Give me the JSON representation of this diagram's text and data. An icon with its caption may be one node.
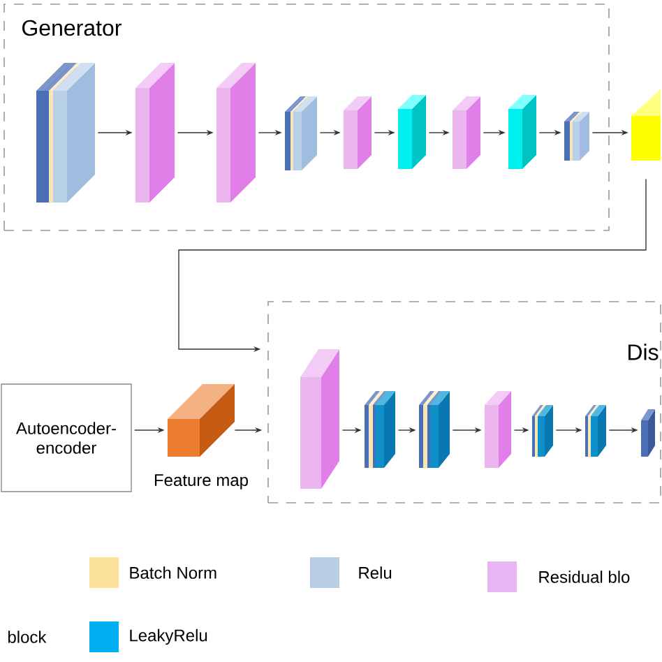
{
  "diagram": {
    "nodes": [
      {
        "text": [
          "Generator"
        ]
      },
      {
        "text": [],
        "shape": "box",
        "in": 0
      },
      {
        "text": [],
        "shape": "box",
        "in": 0
      },
      {
        "text": [],
        "shape": "box",
        "in": 0
      },
      {
        "text": [],
        "shape": "box",
        "in": 0
      },
      {
        "text": [],
        "shape": "box",
        "in": 0
      },
      {
        "text": [],
        "shape": "box",
        "in": 0
      },
      {
        "text": [],
        "shape": "box",
        "in": 0
      },
      {
        "text": [],
        "shape": "box",
        "in": 0
      },
      {
        "text": [],
        "shape": "box",
        "in": 0
      },
      {
        "text": [],
        "shape": "box"
      },
      {
        "text": [
          "Dis"
        ]
      },
      {
        "text": [
          "Autoencoder-encoder"
        ]
      },
      {
        "text": [],
        "shape": "box",
        "beside": [
          "Feature map"
        ]
      },
      {
        "text": [],
        "shape": "box",
        "in": 11
      },
      {
        "text": [],
        "shape": "box",
        "in": 11
      },
      {
        "text": [],
        "shape": "box",
        "in": 11
      },
      {
        "text": [],
        "shape": "box",
        "in": 11
      },
      {
        "text": [],
        "shape": "box",
        "in": 11
      },
      {
        "text": [],
        "shape": "box",
        "in": 11
      },
      {
        "text": [],
        "shape": "box",
        "in": 11
      }
    ],
    "edges": [
      {
        "from": 1,
        "to": 2,
        "arrow": "to"
      },
      {
        "from": 2,
        "to": 3,
        "arrow": "to"
      },
      {
        "from": 3,
        "to": 4,
        "arrow": "to"
      },
      {
        "from": 4,
        "to": 5,
        "arrow": "to"
      },
      {
        "from": 5,
        "to": 6,
        "arrow": "to"
      },
      {
        "from": 6,
        "to": 7,
        "arrow": "to"
      },
      {
        "from": 7,
        "to": 8,
        "arrow": "to"
      },
      {
        "from": 8,
        "to": 9,
        "arrow": "to"
      },
      {
        "from": 9,
        "to": 10,
        "arrow": "to"
      },
      {
        "from": 10,
        "to": 11,
        "arrow": "to"
      },
      {
        "from": 12,
        "to": 13,
        "arrow": "to"
      },
      {
        "from": 13,
        "to": 11,
        "arrow": "to"
      },
      {
        "from": 14,
        "to": 15,
        "arrow": "to"
      },
      {
        "from": 15,
        "to": 16,
        "arrow": "to"
      },
      {
        "from": 16,
        "to": 17,
        "arrow": "to"
      },
      {
        "from": 17,
        "to": 18,
        "arrow": "to"
      },
      {
        "from": 18,
        "to": 19,
        "arrow": "to"
      },
      {
        "from": 19,
        "to": 20,
        "arrow": "to"
      }
    ],
    "labels": [
      "block"
    ],
    "legend": [
      {
        "text": "Batch Norm",
        "color": "#fbe29a"
      },
      {
        "text": "Relu",
        "color": "#b9cde5"
      },
      {
        "text": "Residual blo",
        "color": "#e8b4f2"
      },
      {
        "text": "LeakyRelu",
        "color": "#00b0f0"
      }
    ]
  }
}
